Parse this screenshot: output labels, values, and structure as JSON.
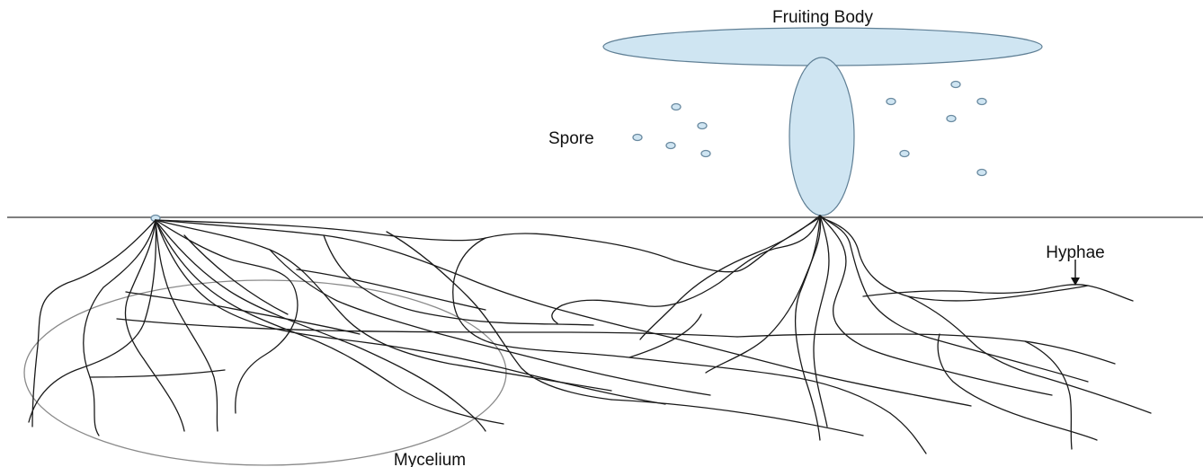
{
  "labels": {
    "fruiting_body": "Fruiting Body",
    "spore": "Spore",
    "hyphae": "Hyphae",
    "mycelium": "Mycelium"
  },
  "colors": {
    "fruiting_body_fill": "#cfe5f2",
    "fruiting_body_stroke": "#5f7f95",
    "spore_fill": "#cfe5f2",
    "hyphae": "#1a1a1a",
    "ground_line": "#333333",
    "mycelium_circle": "#8a8a8a"
  }
}
